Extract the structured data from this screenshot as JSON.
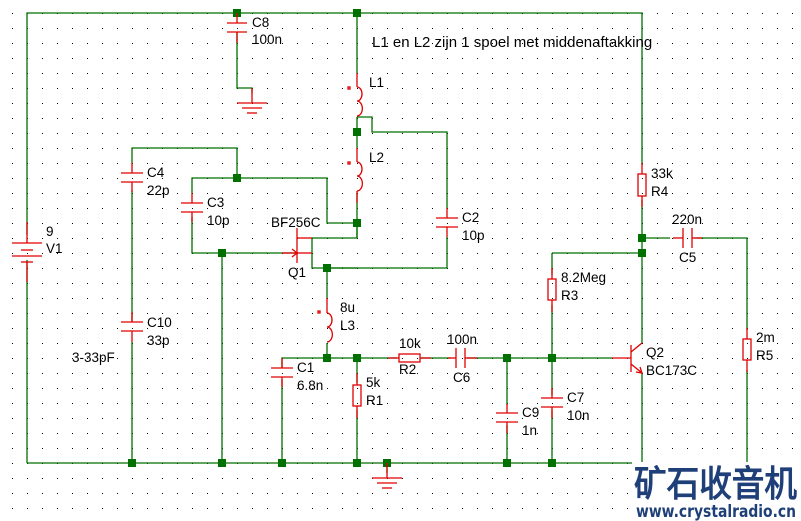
{
  "schematic": {
    "note": "L1 en L2 zijn 1 spoel met middenaftakking",
    "trimmer_note": "3-33pF",
    "components": {
      "V1": {
        "ref": "V1",
        "value": "9"
      },
      "C8": {
        "ref": "C8",
        "value": "100n"
      },
      "L1": {
        "ref": "L1"
      },
      "L2": {
        "ref": "L2"
      },
      "C4": {
        "ref": "C4",
        "value": "22p"
      },
      "C3": {
        "ref": "C3",
        "value": "10p"
      },
      "Q1": {
        "ref": "Q1",
        "value": "BF256C"
      },
      "C2": {
        "ref": "C2",
        "value": "10p"
      },
      "C10": {
        "ref": "C10",
        "value": "33p"
      },
      "L3": {
        "ref": "L3",
        "value": "8u"
      },
      "C1": {
        "ref": "C1",
        "value": "6.8n"
      },
      "R1": {
        "ref": "R1",
        "value": "5k"
      },
      "R2": {
        "ref": "R2",
        "value": "10k"
      },
      "C6": {
        "ref": "C6",
        "value": "100n"
      },
      "C9": {
        "ref": "C9",
        "value": "1n"
      },
      "C7": {
        "ref": "C7",
        "value": "10n"
      },
      "R3": {
        "ref": "R3",
        "value": "8.2Meg"
      },
      "Q2": {
        "ref": "Q2",
        "value": "BC173C"
      },
      "R4": {
        "ref": "R4",
        "value": "33k"
      },
      "C5": {
        "ref": "C5",
        "value": "220n"
      },
      "R5": {
        "ref": "R5",
        "value": "2m"
      }
    },
    "colors": {
      "wire": "#007000",
      "component": "#e00000",
      "watermark": "#1e3f78"
    }
  },
  "watermark": {
    "title": "矿石收音机",
    "url": "www.crystalradio.cn"
  }
}
